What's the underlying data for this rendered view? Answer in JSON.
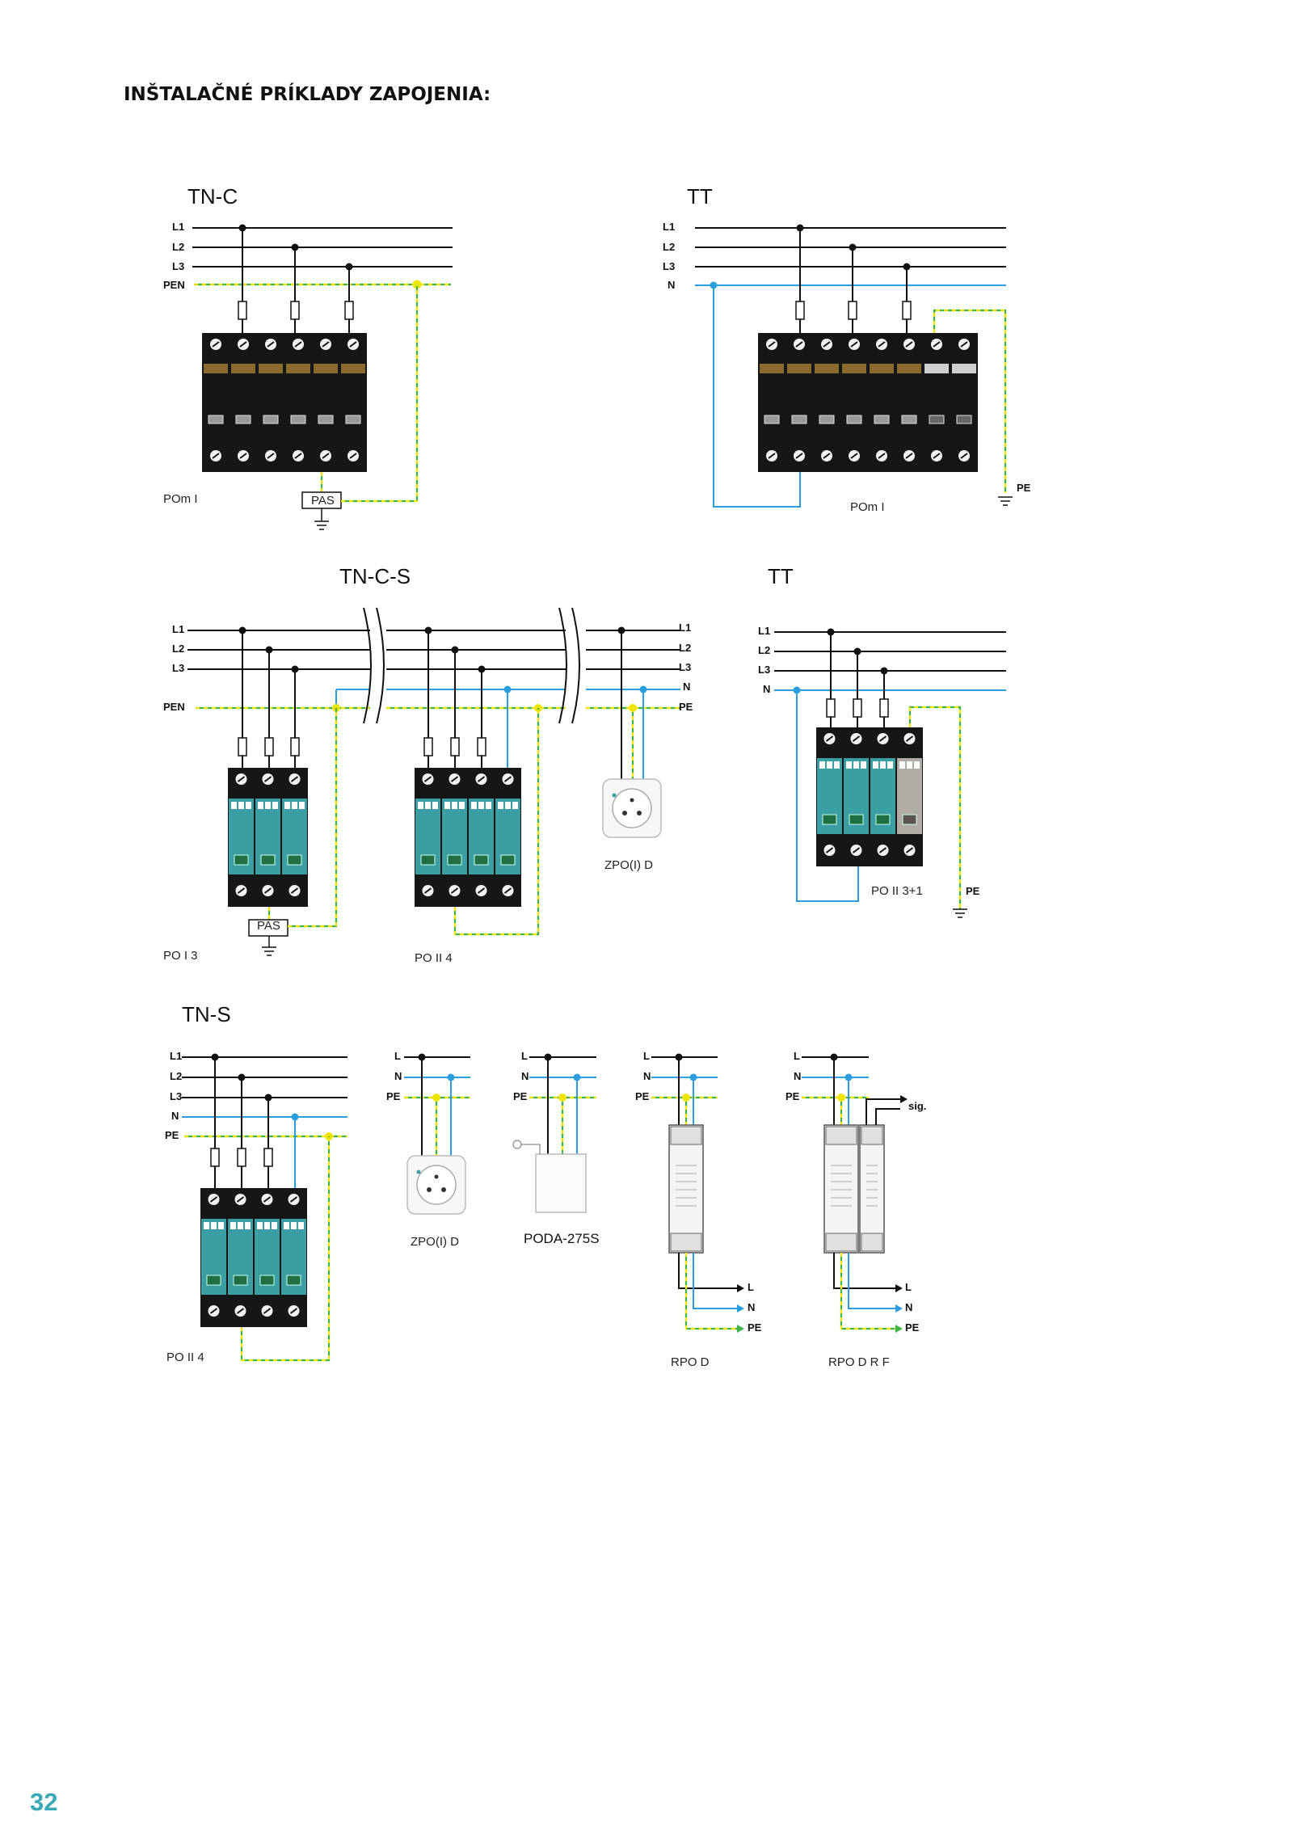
{
  "page": {
    "title": "INŠTALAČNÉ PRÍKLADY ZAPOJENIA:",
    "number": "32"
  },
  "colors": {
    "phase": "#111111",
    "neutral": "#2a9fe0",
    "pe_green": "#3cb44b",
    "pe_yellow": "#f2e600",
    "module_teal": "#3b9ea2",
    "accent": "#3aa9b5"
  },
  "diagrams": {
    "tnc": {
      "system": "TN-C",
      "lines": [
        "L1",
        "L2",
        "L3",
        "PEN"
      ],
      "device": "POm I",
      "pas": "PAS"
    },
    "tt1": {
      "system": "TT",
      "lines": [
        "L1",
        "L2",
        "L3",
        "N"
      ],
      "pe": "PE",
      "device": "POm I"
    },
    "tncs": {
      "system": "TN-C-S",
      "lines_left": [
        "L1",
        "L2",
        "L3",
        "PEN"
      ],
      "lines_right": [
        "L1",
        "L2",
        "L3",
        "N",
        "PE"
      ],
      "device1": "PO I 3",
      "device2": "PO II 4",
      "device3": "ZPO(I) D",
      "pas": "PAS"
    },
    "tt2": {
      "system": "TT",
      "lines": [
        "L1",
        "L2",
        "L3",
        "N"
      ],
      "pe": "PE",
      "device": "PO II 3+1"
    },
    "tns": {
      "system": "TN-S",
      "lines": [
        "L1",
        "L2",
        "L3",
        "N",
        "PE"
      ],
      "device": "PO II 4"
    },
    "zpo": {
      "lines": [
        "L",
        "N",
        "PE"
      ],
      "device": "ZPO(I) D"
    },
    "poda": {
      "lines": [
        "L",
        "N",
        "PE"
      ],
      "device": "PODA-275S"
    },
    "rpod": {
      "lines": [
        "L",
        "N",
        "PE"
      ],
      "out": [
        "L",
        "N",
        "PE"
      ],
      "device": "RPO D"
    },
    "rpodrf": {
      "lines": [
        "L",
        "N",
        "PE"
      ],
      "out": [
        "L",
        "N",
        "PE"
      ],
      "sig": "sig.",
      "device": "RPO D R F"
    }
  }
}
